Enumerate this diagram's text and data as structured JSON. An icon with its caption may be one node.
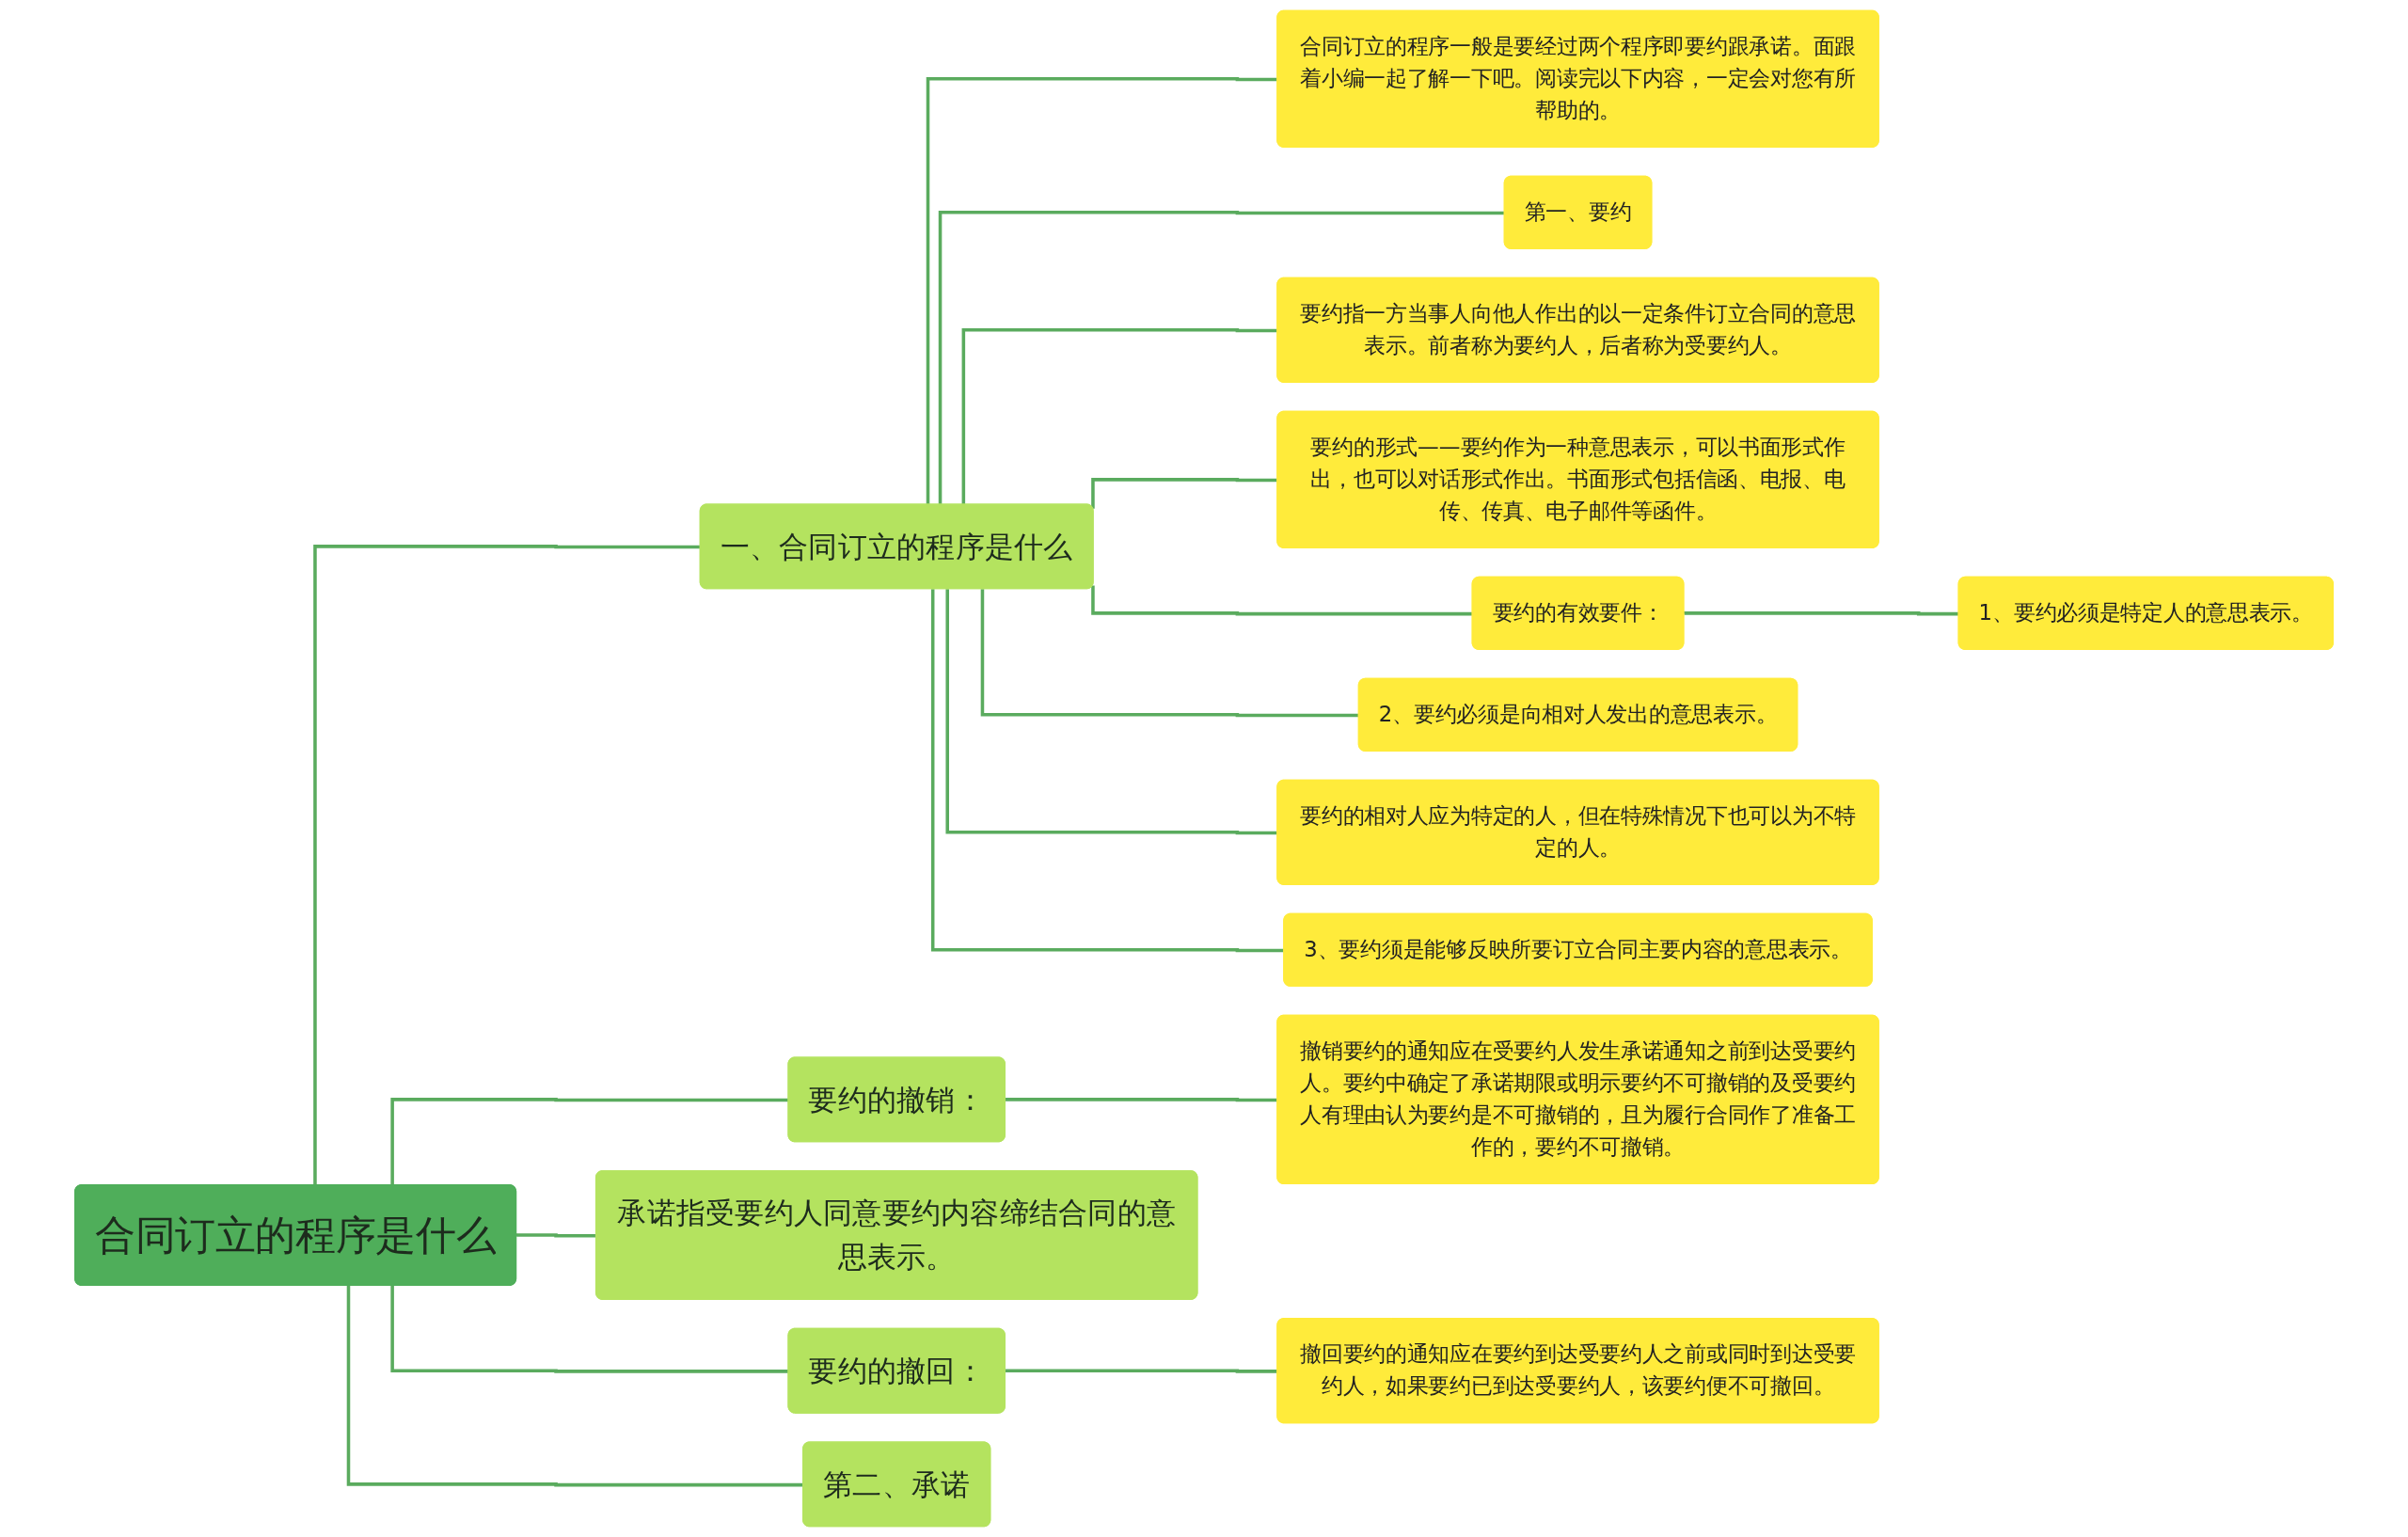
{
  "diagram": {
    "nodes": [
      {
        "text": [
          "合同订立的程序是什么"
        ]
      },
      {
        "text": [
          "一、合同订立的程序是什么"
        ]
      },
      {
        "text": [
          "合同订立的程序一般是要经过两个程序即要约跟承诺。面跟着小编一起了解一下吧。阅读完以下内容，一定会对您有所帮助的。"
        ]
      },
      {
        "text": [
          "第一、要约"
        ]
      },
      {
        "text": [
          "要约指一方当事人向他人作出的以一定条件订立合同的意思表示。前者称为要约人，后者称为受要约人。"
        ]
      },
      {
        "text": [
          "要约的形式——要约作为一种意思表示，可以书面形式作出，也可以对话形式作出。书面形式包括信函、电报、电传、传真、电子邮件等函件。"
        ]
      },
      {
        "text": [
          "要约的有效要件："
        ]
      },
      {
        "text": [
          "1、要约必须是特定人的意思表示。"
        ]
      },
      {
        "text": [
          "2、要约必须是向相对人发出的意思表示。"
        ]
      },
      {
        "text": [
          "要约的相对人应为特定的人，但在特殊情况下也可以为不特定的人。"
        ]
      },
      {
        "text": [
          "3、要约须是能够反映所要订立合同主要内容的意思表示。"
        ]
      },
      {
        "text": [
          "要约的撤销："
        ]
      },
      {
        "text": [
          "撤销要约的通知应在受要约人发生承诺通知之前到达受要约人。要约中确定了承诺期限或明示要约不可撤销的及受要约人有理由认为要约是不可撤销的，且为履行合同作了准备工作的，要约不可撤销。"
        ]
      },
      {
        "text": [
          "承诺指受要约人同意要约内容缔结合同的意思表示。"
        ]
      },
      {
        "text": [
          "要约的撤回："
        ]
      },
      {
        "text": [
          "撤回要约的通知应在要约到达受要约人之前或同时到达受要约人，如果要约已到达受要约人，该要约便不可撤回。"
        ]
      },
      {
        "text": [
          "第二、承诺"
        ]
      }
    ],
    "edges": [
      {
        "from": 0,
        "to": 1,
        "arrow": "none"
      },
      {
        "from": 1,
        "to": 2,
        "arrow": "none"
      },
      {
        "from": 1,
        "to": 3,
        "arrow": "none"
      },
      {
        "from": 1,
        "to": 4,
        "arrow": "none"
      },
      {
        "from": 1,
        "to": 5,
        "arrow": "none"
      },
      {
        "from": 1,
        "to": 6,
        "arrow": "none"
      },
      {
        "from": 6,
        "to": 7,
        "arrow": "none"
      },
      {
        "from": 1,
        "to": 8,
        "arrow": "none"
      },
      {
        "from": 1,
        "to": 9,
        "arrow": "none"
      },
      {
        "from": 1,
        "to": 10,
        "arrow": "none"
      },
      {
        "from": 0,
        "to": 11,
        "arrow": "none"
      },
      {
        "from": 11,
        "to": 12,
        "arrow": "none"
      },
      {
        "from": 0,
        "to": 13,
        "arrow": "none"
      },
      {
        "from": 0,
        "to": 14,
        "arrow": "none"
      },
      {
        "from": 14,
        "to": 15,
        "arrow": "none"
      },
      {
        "from": 0,
        "to": 16,
        "arrow": "none"
      }
    ]
  }
}
